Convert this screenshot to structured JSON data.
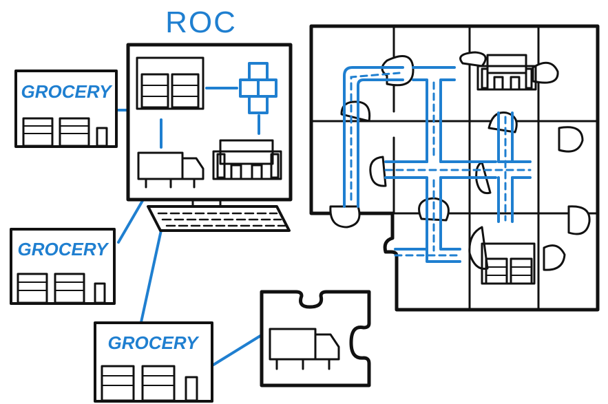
{
  "title": "ROC",
  "stores": [
    {
      "label": "GROCERY"
    },
    {
      "label": "GROCERY"
    },
    {
      "label": "GROCERY"
    }
  ],
  "colors": {
    "accent": "#1f7fd0",
    "ink": "#111111",
    "background": "#ffffff"
  },
  "icons": [
    "grocery-store-icon",
    "computer-monitor-icon",
    "keyboard-icon",
    "delivery-truck-icon",
    "warehouse-icon",
    "network-hierarchy-icon",
    "puzzle-piece-icon",
    "road-icon"
  ]
}
